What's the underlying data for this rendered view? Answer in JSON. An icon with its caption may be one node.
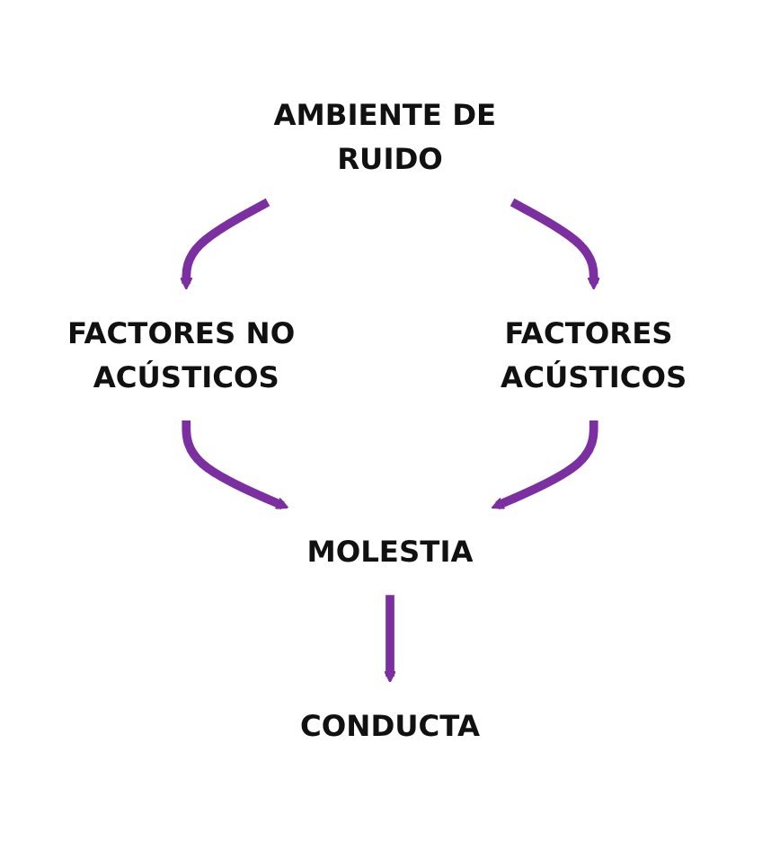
{
  "diagram": {
    "nodes": [
      {
        "text": [
          "AMBIENTE DE RUIDO"
        ]
      },
      {
        "text": [
          "FACTORES NO ACÚSTICOS"
        ]
      },
      {
        "text": [
          "FACTORES ACÚSTICOS"
        ]
      },
      {
        "text": [
          "MOLESTIA"
        ]
      },
      {
        "text": [
          "CONDUCTA"
        ]
      }
    ],
    "edges": [
      {
        "from": 0,
        "to": 1,
        "arrow": "to"
      },
      {
        "from": 0,
        "to": 2,
        "arrow": "to"
      },
      {
        "from": 1,
        "to": 3,
        "arrow": "to"
      },
      {
        "from": 2,
        "to": 3,
        "arrow": "to"
      },
      {
        "from": 3,
        "to": 4,
        "arrow": "to"
      }
    ]
  }
}
